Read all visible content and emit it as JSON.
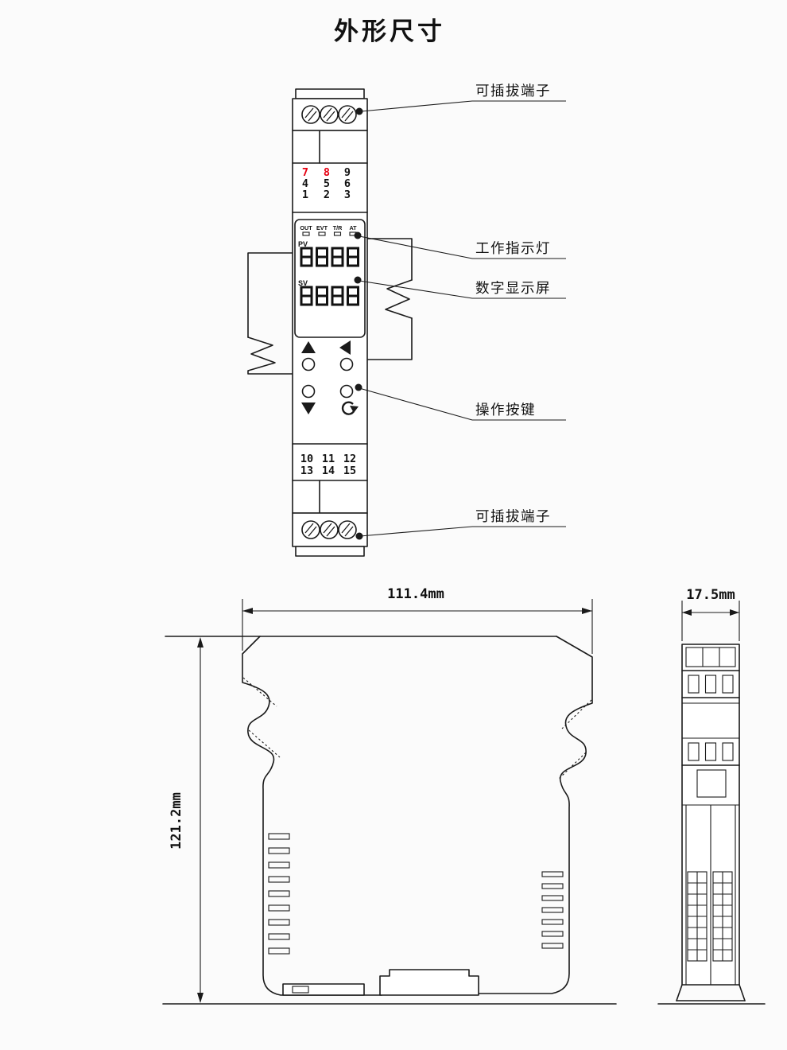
{
  "page": {
    "title": "外形尺寸",
    "background": "#fbfbfb",
    "line_color": "#1a1a1a",
    "accent_red": "#e60012"
  },
  "callouts": {
    "terminal_top": "可插拔端子",
    "indicator_light": "工作指示灯",
    "digital_display": "数字显示屏",
    "operation_buttons": "操作按键",
    "terminal_bottom": "可插拔端子"
  },
  "front_view": {
    "status_indicators": [
      "OUT",
      "EVT",
      "T/R",
      "AT"
    ],
    "pv_label": "PV",
    "sv_label": "SV",
    "display_digits": "8888",
    "terminals_top": {
      "rows": [
        [
          "7",
          "8",
          "9"
        ],
        [
          "4",
          "5",
          "6"
        ],
        [
          "1",
          "2",
          "3"
        ]
      ],
      "red_numbers": [
        "7",
        "8"
      ]
    },
    "terminals_bottom": {
      "rows": [
        [
          "10",
          "11",
          "12"
        ],
        [
          "13",
          "14",
          "15"
        ]
      ]
    },
    "button_icons": [
      "up-arrow",
      "left-arrow",
      "down-arrow",
      "return-loop"
    ]
  },
  "dimensions": {
    "width": "111.4mm",
    "height": "121.2mm",
    "depth": "17.5mm"
  }
}
